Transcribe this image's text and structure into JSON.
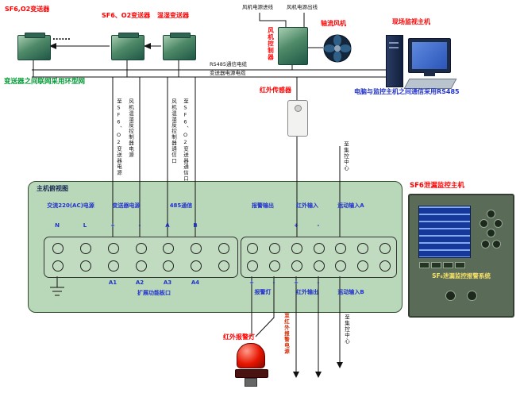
{
  "colors": {
    "label_red": "#ff0000",
    "note_green": "#009933",
    "note_blue": "#2233cc",
    "board_green": "#b9d7b9",
    "panel_green": "#5a6b58",
    "screen_blue": "#16389b"
  },
  "top": {
    "t1": "SF6,O2变送器",
    "ellipsis": "......",
    "t2": "SF6、O2变送器",
    "t3": "温湿变送器",
    "fan_in": "风机电源进线",
    "fan_out": "风机电源出线",
    "fan_controller": "风机控制器",
    "fan": "轴流风机",
    "site_host": "现场监视主机"
  },
  "bus": {
    "ring_note": "变送器之间联网采用环型网",
    "rs485_cable": "RS485通信电缆",
    "power_cable": "变送器电源电缆",
    "pc_note": "电脑与监控主机之间通信采用RS485"
  },
  "middle": {
    "ir_sensor": "红外传感器",
    "v1": "至SF6、O2变送器电源",
    "v2": "风机温湿度控制器电源",
    "v3": "风机温湿度控制器通信口",
    "v4": "至SF6、O2变送器通信口",
    "to_center_top": "至集控中心"
  },
  "board": {
    "title": "主机俯视图",
    "g_ac": "交流220(AC)电源",
    "g_power": "变送器电源",
    "g_485": "485通信",
    "g_alarm_out": "报警输出",
    "g_ir_in": "红外输入",
    "g_motion_a": "运动输入A",
    "pin_n": "N",
    "pin_l": "L",
    "pin_plus": "+",
    "pin_minus": "-",
    "pin_a": "A",
    "pin_b": "B",
    "pin_a1": "A1",
    "pin_a2": "A2",
    "pin_a3": "A3",
    "pin_a4": "A4",
    "expansion": "扩展功能板口",
    "g_alarm_light": "报警灯",
    "g_ir_out": "红外输出",
    "g_motion_b": "运动输入B"
  },
  "bottom": {
    "ir_alarm_light": "红外报警灯",
    "to_ir_power": "至红外报警电源",
    "to_center_bottom": "至集控中心"
  },
  "panel": {
    "host_label": "SF6泄漏监控主机",
    "title": "SF₆泄漏监控报警系统"
  }
}
